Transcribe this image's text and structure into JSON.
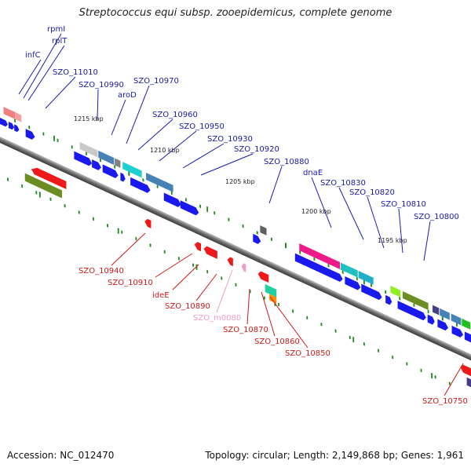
{
  "title": "Streptococcus equi subsp. zooepidemicus, complete genome",
  "footer": {
    "accession": "Accession: NC_012470",
    "stats": "Topology: circular; Length: 2,149,868 bp; Genes: 1,961"
  },
  "kbp_marks": [
    "1215 kbp",
    "1210 kbp",
    "1205 kbp",
    "1200 kbp",
    "1195 kbp"
  ],
  "top_labels": [
    "rpmI",
    "rplT",
    "infC",
    "SZO_11010",
    "SZO_10990",
    "SZO_10970",
    "aroD",
    "SZO_10960",
    "SZO_10950",
    "SZO_10930",
    "SZO_10920",
    "SZO_10880",
    "dnaE",
    "SZO_10830",
    "SZO_10820",
    "SZO_10810",
    "SZO_10800"
  ],
  "bottom_labels": [
    "SZO_10940",
    "SZO_10910",
    "ideE",
    "SZO_10890",
    "SZO_m0080",
    "SZO_10870",
    "SZO_10860",
    "SZO_10850",
    "SZO_10750"
  ],
  "colors": {
    "backbone": "#7a7a7a",
    "cds_forward": "#1a1aee",
    "cds_reverse": "#ee1a1a",
    "label_forward": "#1a1aa8",
    "label_reverse": "#cc1a1a",
    "tick": "#1a8a1a"
  }
}
